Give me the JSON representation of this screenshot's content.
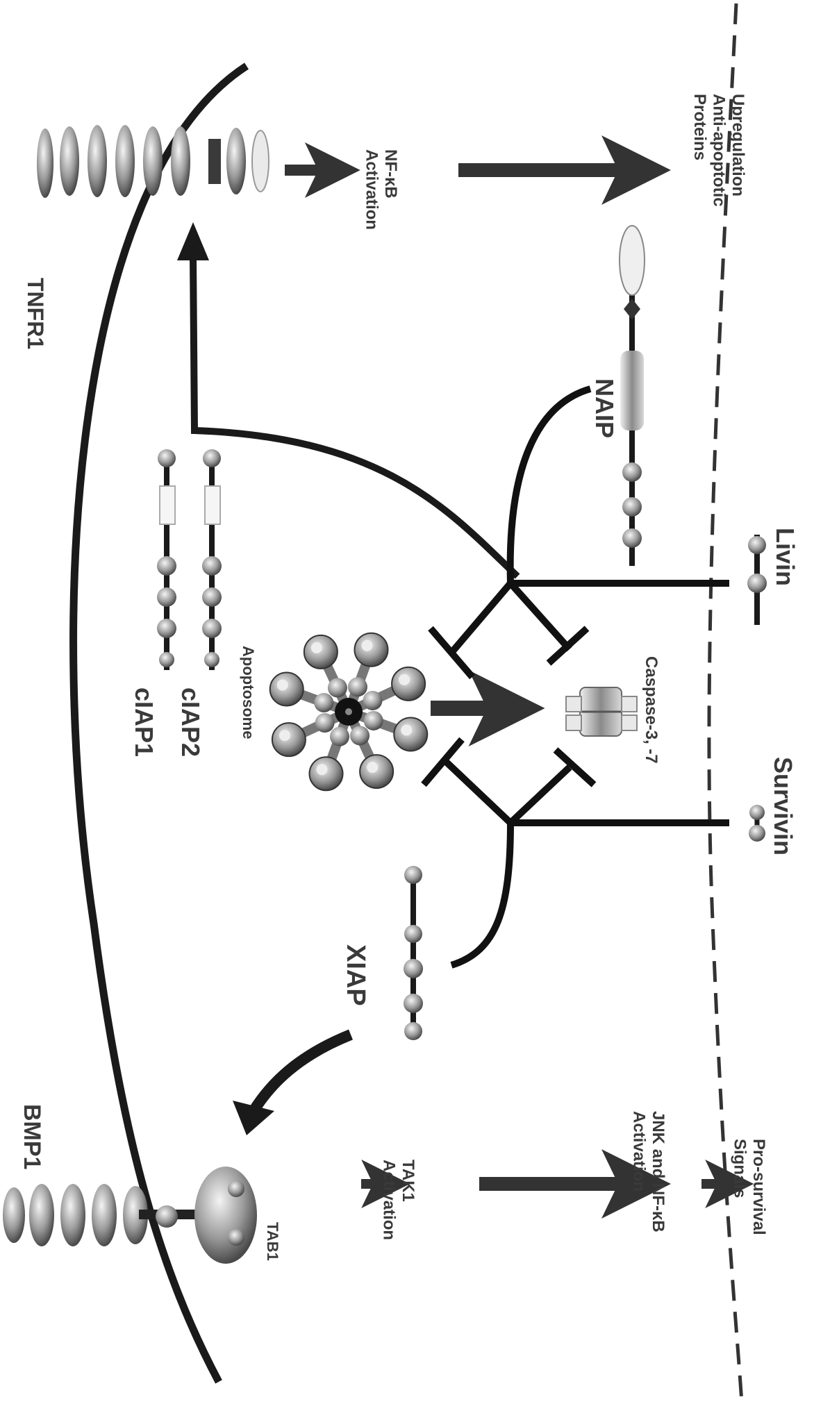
{
  "labels": {
    "bmp1": "BMP1",
    "tab1": "TAB1",
    "tak1": "TAK1\nActivation",
    "jnk": "JNK and NF-κB\nActivation",
    "pro_survival": "Pro-survival\nSignals",
    "xiap": "XIAP",
    "survivin": "Survivin",
    "ciap1": "cIAP1",
    "ciap2": "cIAP2",
    "apoptosome": "Apoptosome",
    "caspase": "Caspase-3, -7",
    "livin": "Livin",
    "naip": "NAIP",
    "tnfr1": "TNFR1",
    "nfkb": "NF-κB\nActivation",
    "upregulation": "Upregulation\nAnti-apoptotic\nProteins"
  },
  "colors": {
    "ink": "#111111",
    "arrow": "#444444",
    "protein_dark": "#7a7a7a",
    "protein_light": "#d6d6d6"
  }
}
